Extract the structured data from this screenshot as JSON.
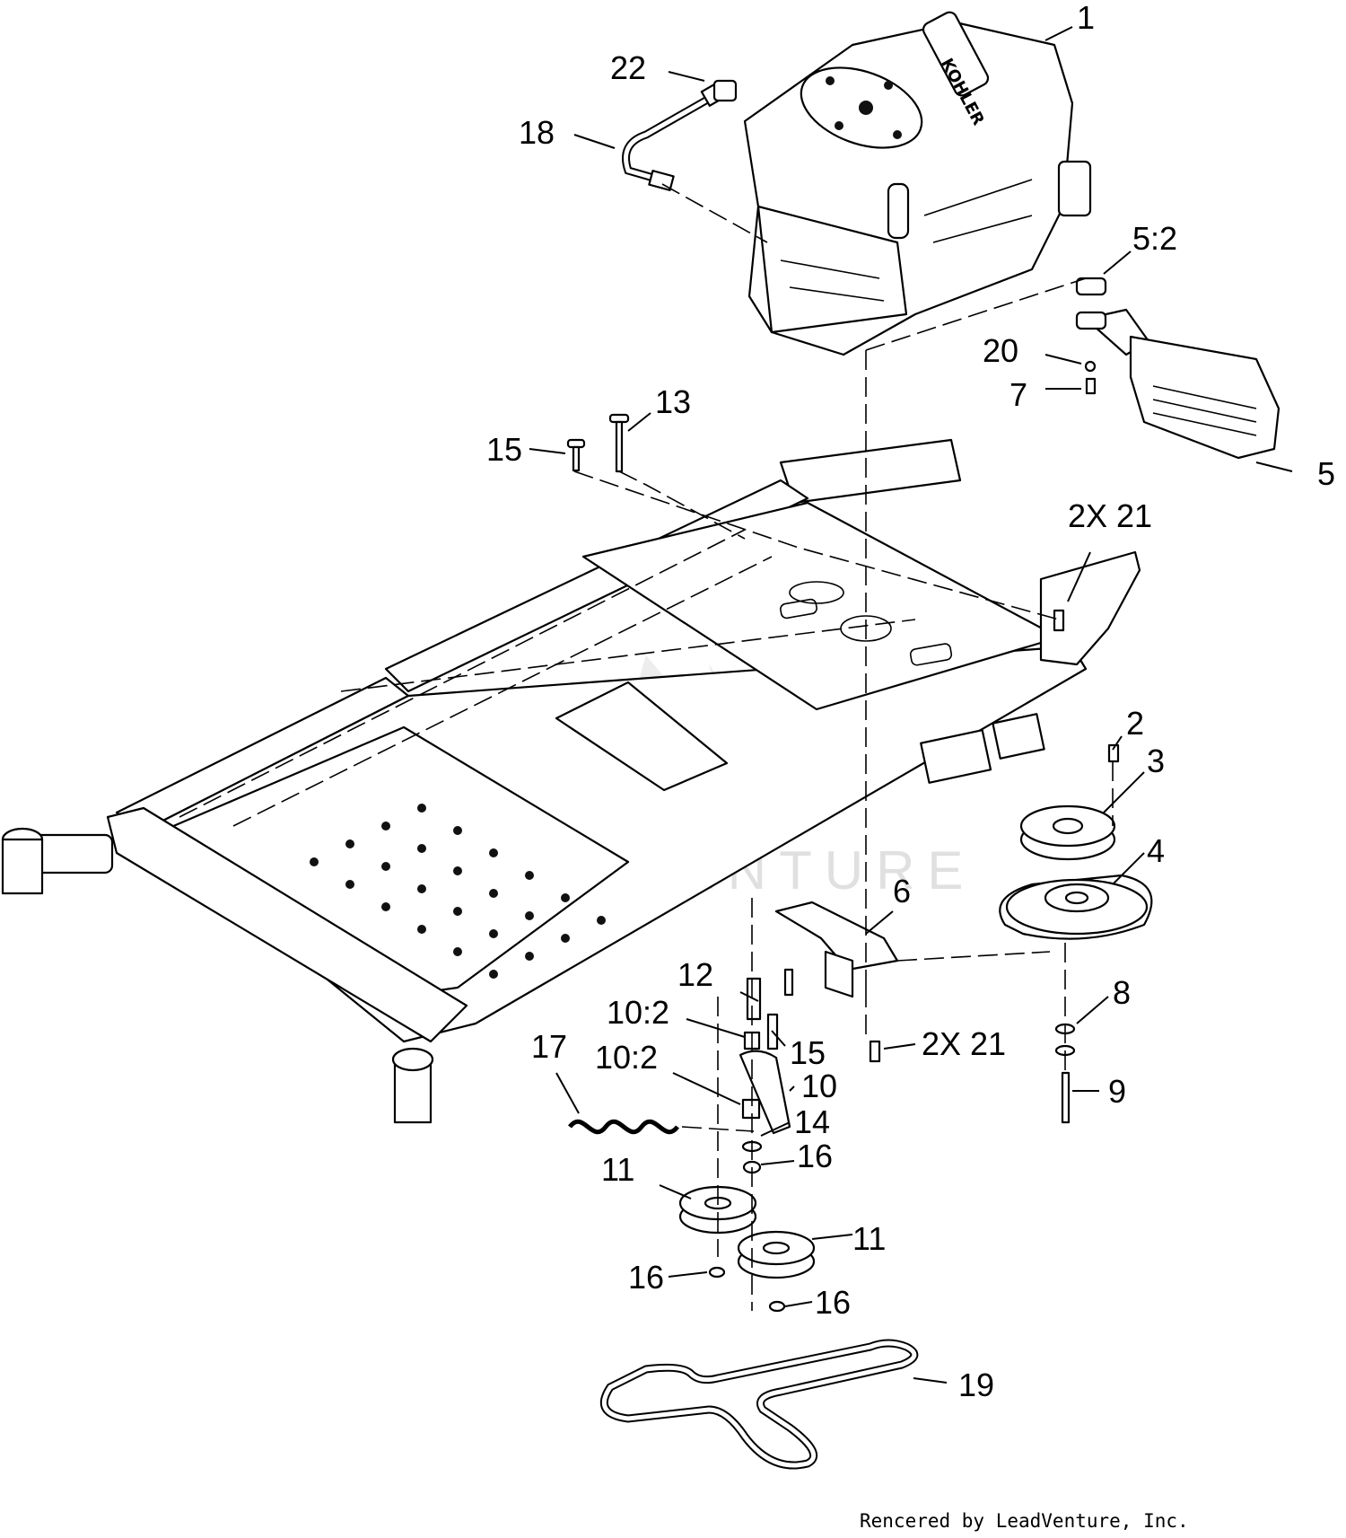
{
  "diagram": {
    "callouts": {
      "c1": "1",
      "c22": "22",
      "c18": "18",
      "c5_2": "5:2",
      "c20": "20",
      "c7": "7",
      "c5": "5",
      "c13": "13",
      "c15_top": "15",
      "c2x21_top": "2X 21",
      "c2": "2",
      "c3": "3",
      "c4": "4",
      "c6": "6",
      "c12": "12",
      "c10_2_a": "10:2",
      "c15_mid": "15",
      "c10_2_b": "10:2",
      "c10": "10",
      "c17": "17",
      "c14": "14",
      "c16_a": "16",
      "c11_a": "11",
      "c11_b": "11",
      "c16_b": "16",
      "c16_c": "16",
      "c2x21_bot": "2X 21",
      "c8": "8",
      "c9": "9",
      "c19": "19"
    },
    "engine_brand": "KOHLER",
    "watermark": "LEADVENTURE",
    "credit": "Rencered by LeadVenture, Inc."
  }
}
